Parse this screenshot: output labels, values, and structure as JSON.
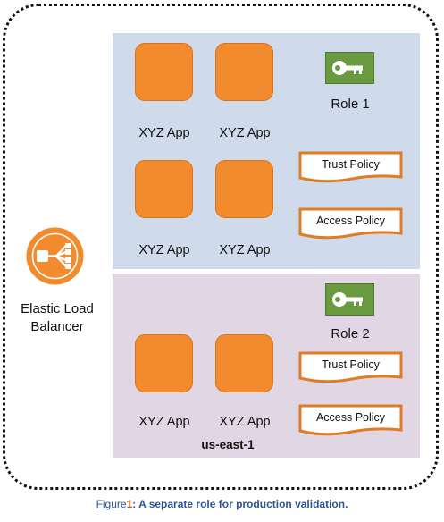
{
  "diagram": {
    "app_label": "XYZ App",
    "roles": [
      {
        "label": "Role 1",
        "policies": [
          "Trust Policy",
          "Access Policy"
        ]
      },
      {
        "label": "Role 2",
        "policies": [
          "Trust Policy",
          "Access Policy"
        ]
      }
    ],
    "load_balancer": {
      "line1": "Elastic Load",
      "line2": "Balancer"
    },
    "region_name": "us-east-1"
  },
  "caption": {
    "figure_word": "Figure",
    "figure_number": "1",
    "text": ": A separate role for production validation."
  },
  "colors": {
    "app_fill": "#f28a2e",
    "key_fill": "#6a9a3f",
    "top_region": "#cfdbea",
    "bottom_region": "#e0d6e4",
    "policy_border": "#e07b26",
    "caption": "#2f5597"
  },
  "icons": [
    "key-icon",
    "load-balancer-icon",
    "document-icon"
  ]
}
